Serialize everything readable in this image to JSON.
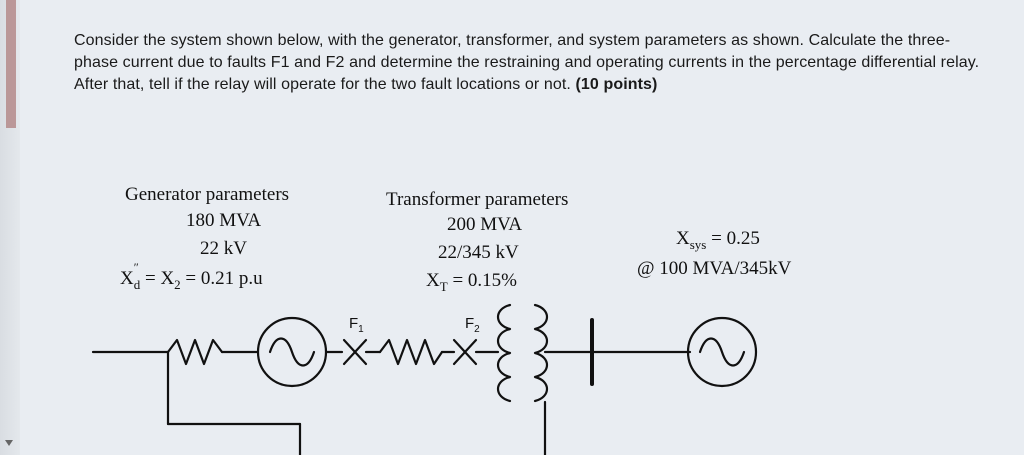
{
  "problem": {
    "text": "Consider the system shown below, with the generator, transformer, and system parameters as shown. Calculate the three-phase current due to faults F1 and F2 and determine the restraining and operating currents in the percentage differential relay. After that, tell if the relay will operate for the two fault locations or not. ",
    "points": "(10 points)"
  },
  "generator": {
    "title": "Generator parameters",
    "mva": "180 MVA",
    "kv": "22 kV",
    "reactance_prefix": "X",
    "reactance_sub": "d",
    "reactance_sup": "″",
    "reactance_rest": " = X",
    "reactance_sub2": "2",
    "reactance_value": " = 0.21 p.u"
  },
  "transformer": {
    "title": "Transformer parameters",
    "mva": "200 MVA",
    "kv": "22/345 kV",
    "reactance_prefix": "X",
    "reactance_sub": "T",
    "reactance_value": " = 0.15%"
  },
  "system": {
    "prefix": "X",
    "sub": "sys",
    "value": " = 0.25",
    "base": "@ 100 MVA/345kV"
  },
  "diagram": {
    "fault1": "F1",
    "fault2": "F2",
    "fault1_letter": "F",
    "fault1_sub": "1",
    "fault2_letter": "F",
    "fault2_sub": "2"
  }
}
